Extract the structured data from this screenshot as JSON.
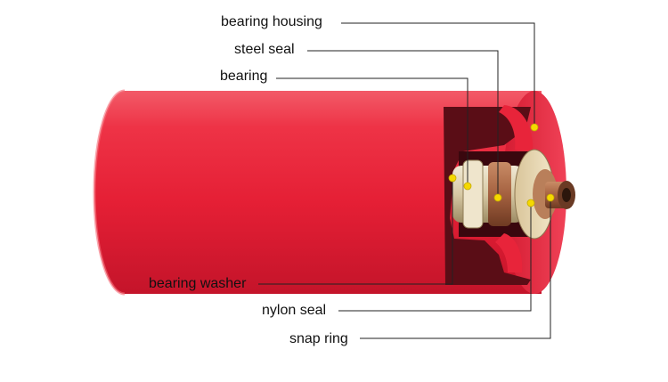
{
  "labels": {
    "bearing_housing": "bearing housing",
    "steel_seal": "steel seal",
    "bearing": "bearing",
    "bearing_washer": "bearing washer",
    "nylon_seal": "nylon seal",
    "snap_ring": "snap ring"
  },
  "colors": {
    "roller_red": "#e8243a",
    "inner_dark": "#5a0d16",
    "marker_yellow": "#f5d800",
    "leader_line": "#222222"
  }
}
